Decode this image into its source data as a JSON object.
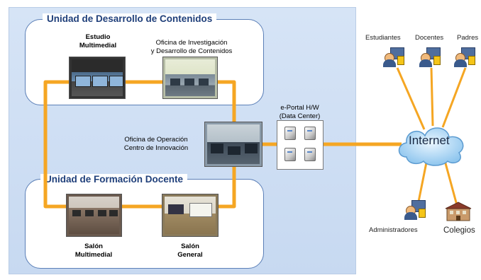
{
  "units": {
    "content_dev": {
      "title": "Unidad de Desarrollo de Contenidos"
    },
    "teacher_training": {
      "title": "Unidad de Formación Docente"
    }
  },
  "nodes": {
    "estudio_line1": "Estudio",
    "estudio_line2": "Multimedial",
    "oficina_inv_line1": "Oficina de Investigación",
    "oficina_inv_line2": "y Desarrollo de Contenidos",
    "oficina_op_line1": "Oficina de Operación",
    "oficina_op_line2": "Centro de Innovación",
    "portal_line1": "e-Portal H/W",
    "portal_line2": "(Data Center)",
    "salon_multi_line1": "Salón",
    "salon_multi_line2": "Multimedial",
    "salon_general_line1": "Salón",
    "salon_general_line2": "General"
  },
  "network": {
    "internet": "Internet",
    "estudiantes": "Estudiantes",
    "docentes": "Docentes",
    "padres": "Padres",
    "administradores": "Administradores",
    "colegios": "Colegios"
  },
  "colors": {
    "connector": "#f5a623",
    "panel": "#cddcf2",
    "unit_border": "#5b7fb7",
    "title_text": "#1f3f7a",
    "cloud": "#8fc6ee"
  },
  "icons": [
    "server-icon",
    "user-computer-icon",
    "school-building-icon",
    "cloud-icon"
  ]
}
